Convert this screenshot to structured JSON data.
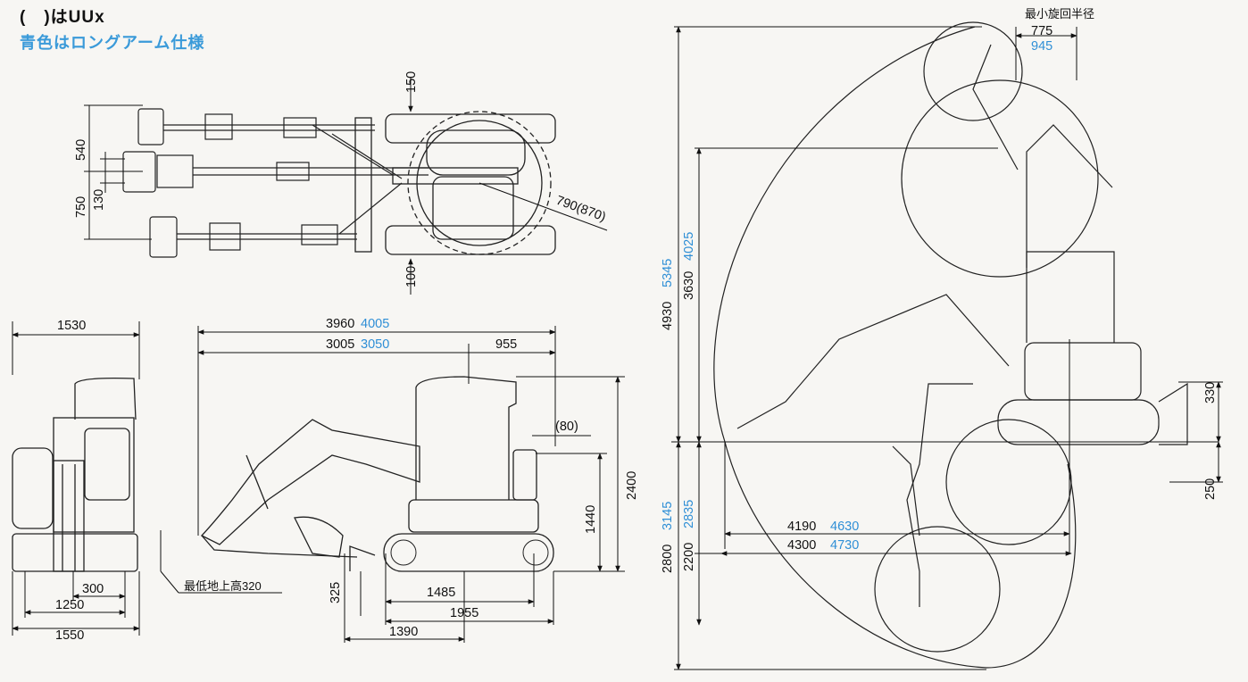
{
  "header": {
    "line1": "(　)はUUx",
    "line2": "青色はロングアーム仕様"
  },
  "colors": {
    "black": "#111111",
    "blue": "#2f8fd6",
    "paper": "#f7f6f3"
  },
  "top_view": {
    "d150": "150",
    "d540": "540",
    "d750": "750",
    "d130": "130",
    "d100": "100",
    "radius": "790(870)"
  },
  "front_view": {
    "width_top": "1530",
    "d300": "300",
    "d1250": "1250",
    "d1550": "1550",
    "ground_clearance": "最低地上高320"
  },
  "side_view": {
    "total_len": "3960",
    "total_len_long": "4005",
    "front_len": "3005",
    "front_len_long": "3050",
    "rear_len": "955",
    "d80": "(80)",
    "d2400": "2400",
    "d1440": "1440",
    "d325": "325",
    "d1485": "1485",
    "d1955": "1955",
    "d1390": "1390"
  },
  "work_range": {
    "min_swing_label": "最小旋回半径",
    "min_swing": "775",
    "min_swing_long": "945",
    "h_max": "4930",
    "h_max_long": "5345",
    "h_dump": "3630",
    "h_dump_long": "4025",
    "d_max": "2800",
    "d_max_long": "3145",
    "d_vert": "2200",
    "d_vert_long": "2835",
    "r_ground": "4190",
    "r_ground_long": "4630",
    "r_max": "4300",
    "r_max_long": "4730",
    "d330": "330",
    "d250": "250"
  }
}
